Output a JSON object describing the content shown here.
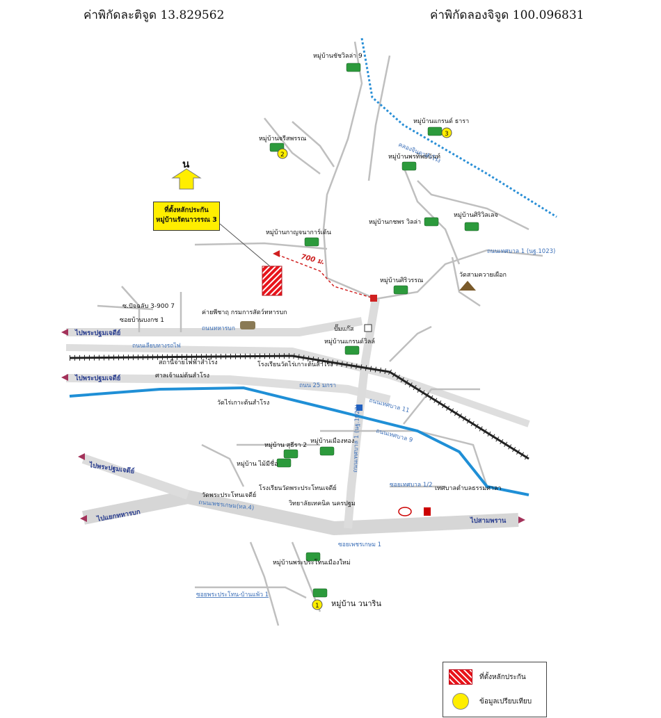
{
  "header": {
    "lat_label": "ค่าพิกัดละติจูด 13.829562",
    "lon_label": "ค่าพิกัดลองจิจูด 100.096831"
  },
  "north_arrow": {
    "label": "น"
  },
  "callout": {
    "line1": "ที่ตั้งหลักประกัน",
    "line2": "หมู่บ้านรัตนาวรรณ 3"
  },
  "distance_label": "700 ม.",
  "villages": [
    "หมู่บ้านชัชวิลล่า 9",
    "หมู่บ้านแกรนด์ ธารา",
    "หมู่บ้านจรีสพรรณ",
    "หมู่บ้านพรทิพย์นันท์",
    "หมู่บ้านกาญจนาการ์เด้น",
    "หมู่บ้านกชพร วิลล่า",
    "หมู่บ้านศิริวิลเลจ",
    "หมู่บ้านศิริวรรณ",
    "หมู่บ้านแกรนด์วิลล์",
    "หมู่บ้าน สุธีรา 2",
    "หมู่บ้านเมืองทอง",
    "หมู่บ้าน ไม้มีชื่อ",
    "หมู่บ้านพระประโทนเมืองใหม่",
    "หมู่บ้าน วนาริน"
  ],
  "places": {
    "temple1": "วัดสามควายเผือก",
    "camp": "ค่ายพีชาฤ กรมการสัตว์ทหารบก",
    "gas": "ปั๊มแก๊ส",
    "power": "สถานีจ่ายไฟฟ้าสำโรง",
    "shrine": "ศาลเจ้าแม่ต้นสำโรง",
    "school1": "โรงเรียนวัดไร่เกาะต้นสำโรง",
    "temple2": "วัดไร่เกาะต้นสำโรง",
    "temple3": "วัดพระประโทนเจดีย์",
    "school2": "โรงเรียนวัดพระประโทนเจดีย์",
    "college": "วิทยาลัยเทคนิค นครปฐม",
    "municipal": "เทศบาลตำบลธรรมศาลา"
  },
  "roads": {
    "r1": "ถนนเทศบาล 1 (นฐ.1023)",
    "r2": "ถนนทหารบก",
    "r3": "ถนนเลียบทางรถไฟ",
    "r4": "ถนน 25 มกรา",
    "r5": "ถนนเทศบาล 11",
    "r6": "ถนนเทศบาล 9",
    "r7": "ถนนเพชรเกษม(ทล.4)",
    "r8": "ซอยพระประโทน-บ้านแพ้ว 1",
    "r9": "ซอยเพชรเกษม 1",
    "r10": "ซอยบ้านบงกช 1",
    "r11": "ซ.ปัจฉลับ 3-900 7",
    "r12": "ซอยเทศบาล 1/2",
    "canal": "คลองจินดาสำโรง",
    "r13": "ถนนเทศบาล 1 (นฐ.1023)"
  },
  "directions": {
    "d1": "ไปพระปฐมเจดีย์",
    "d2": "ไปพระปฐมเจดีย์",
    "d3": "ไปพระปฐมเจดีย์",
    "d4": "ไปแยกทหารบก",
    "d5": "ไปสามพราน"
  },
  "markers": {
    "m1": "1",
    "m2": "2",
    "m3": "3"
  },
  "legend": {
    "collateral": "ที่ตั้งหลักประกัน",
    "comparison": "ข้อมูลเปรียบเทียบ"
  },
  "colors": {
    "road_fill": "#d9d9d9",
    "canal": "#1f8fd6",
    "railway": "#222222",
    "collateral_red": "#e8141b",
    "marker_yellow": "#ffee00",
    "direction_arrow": "#a3325a"
  }
}
